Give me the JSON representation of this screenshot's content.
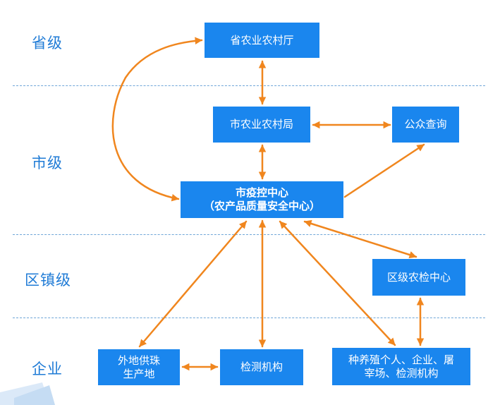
{
  "levels": {
    "province": "省级",
    "city": "市级",
    "district": "区镇级",
    "enterprise": "企业"
  },
  "nodes": {
    "provincial_dept": "省农业农村厅",
    "city_bureau": "市农业农村局",
    "public_query": "公众查询",
    "center_line1": "市疫控中心",
    "center_line2": "（农产品质量安全中心）",
    "district_center": "区级农检中心",
    "external_line1": "外地供珠",
    "external_line2": "生产地",
    "testing_org": "检测机构",
    "growers_line1": "种养殖个人、企业、屠",
    "growers_line2": "宰场、检测机构"
  },
  "colors": {
    "node": "#1a86ee",
    "arrow": "#f0861e",
    "level_text": "#1f7bd6",
    "divider": "#6fa6d8"
  }
}
